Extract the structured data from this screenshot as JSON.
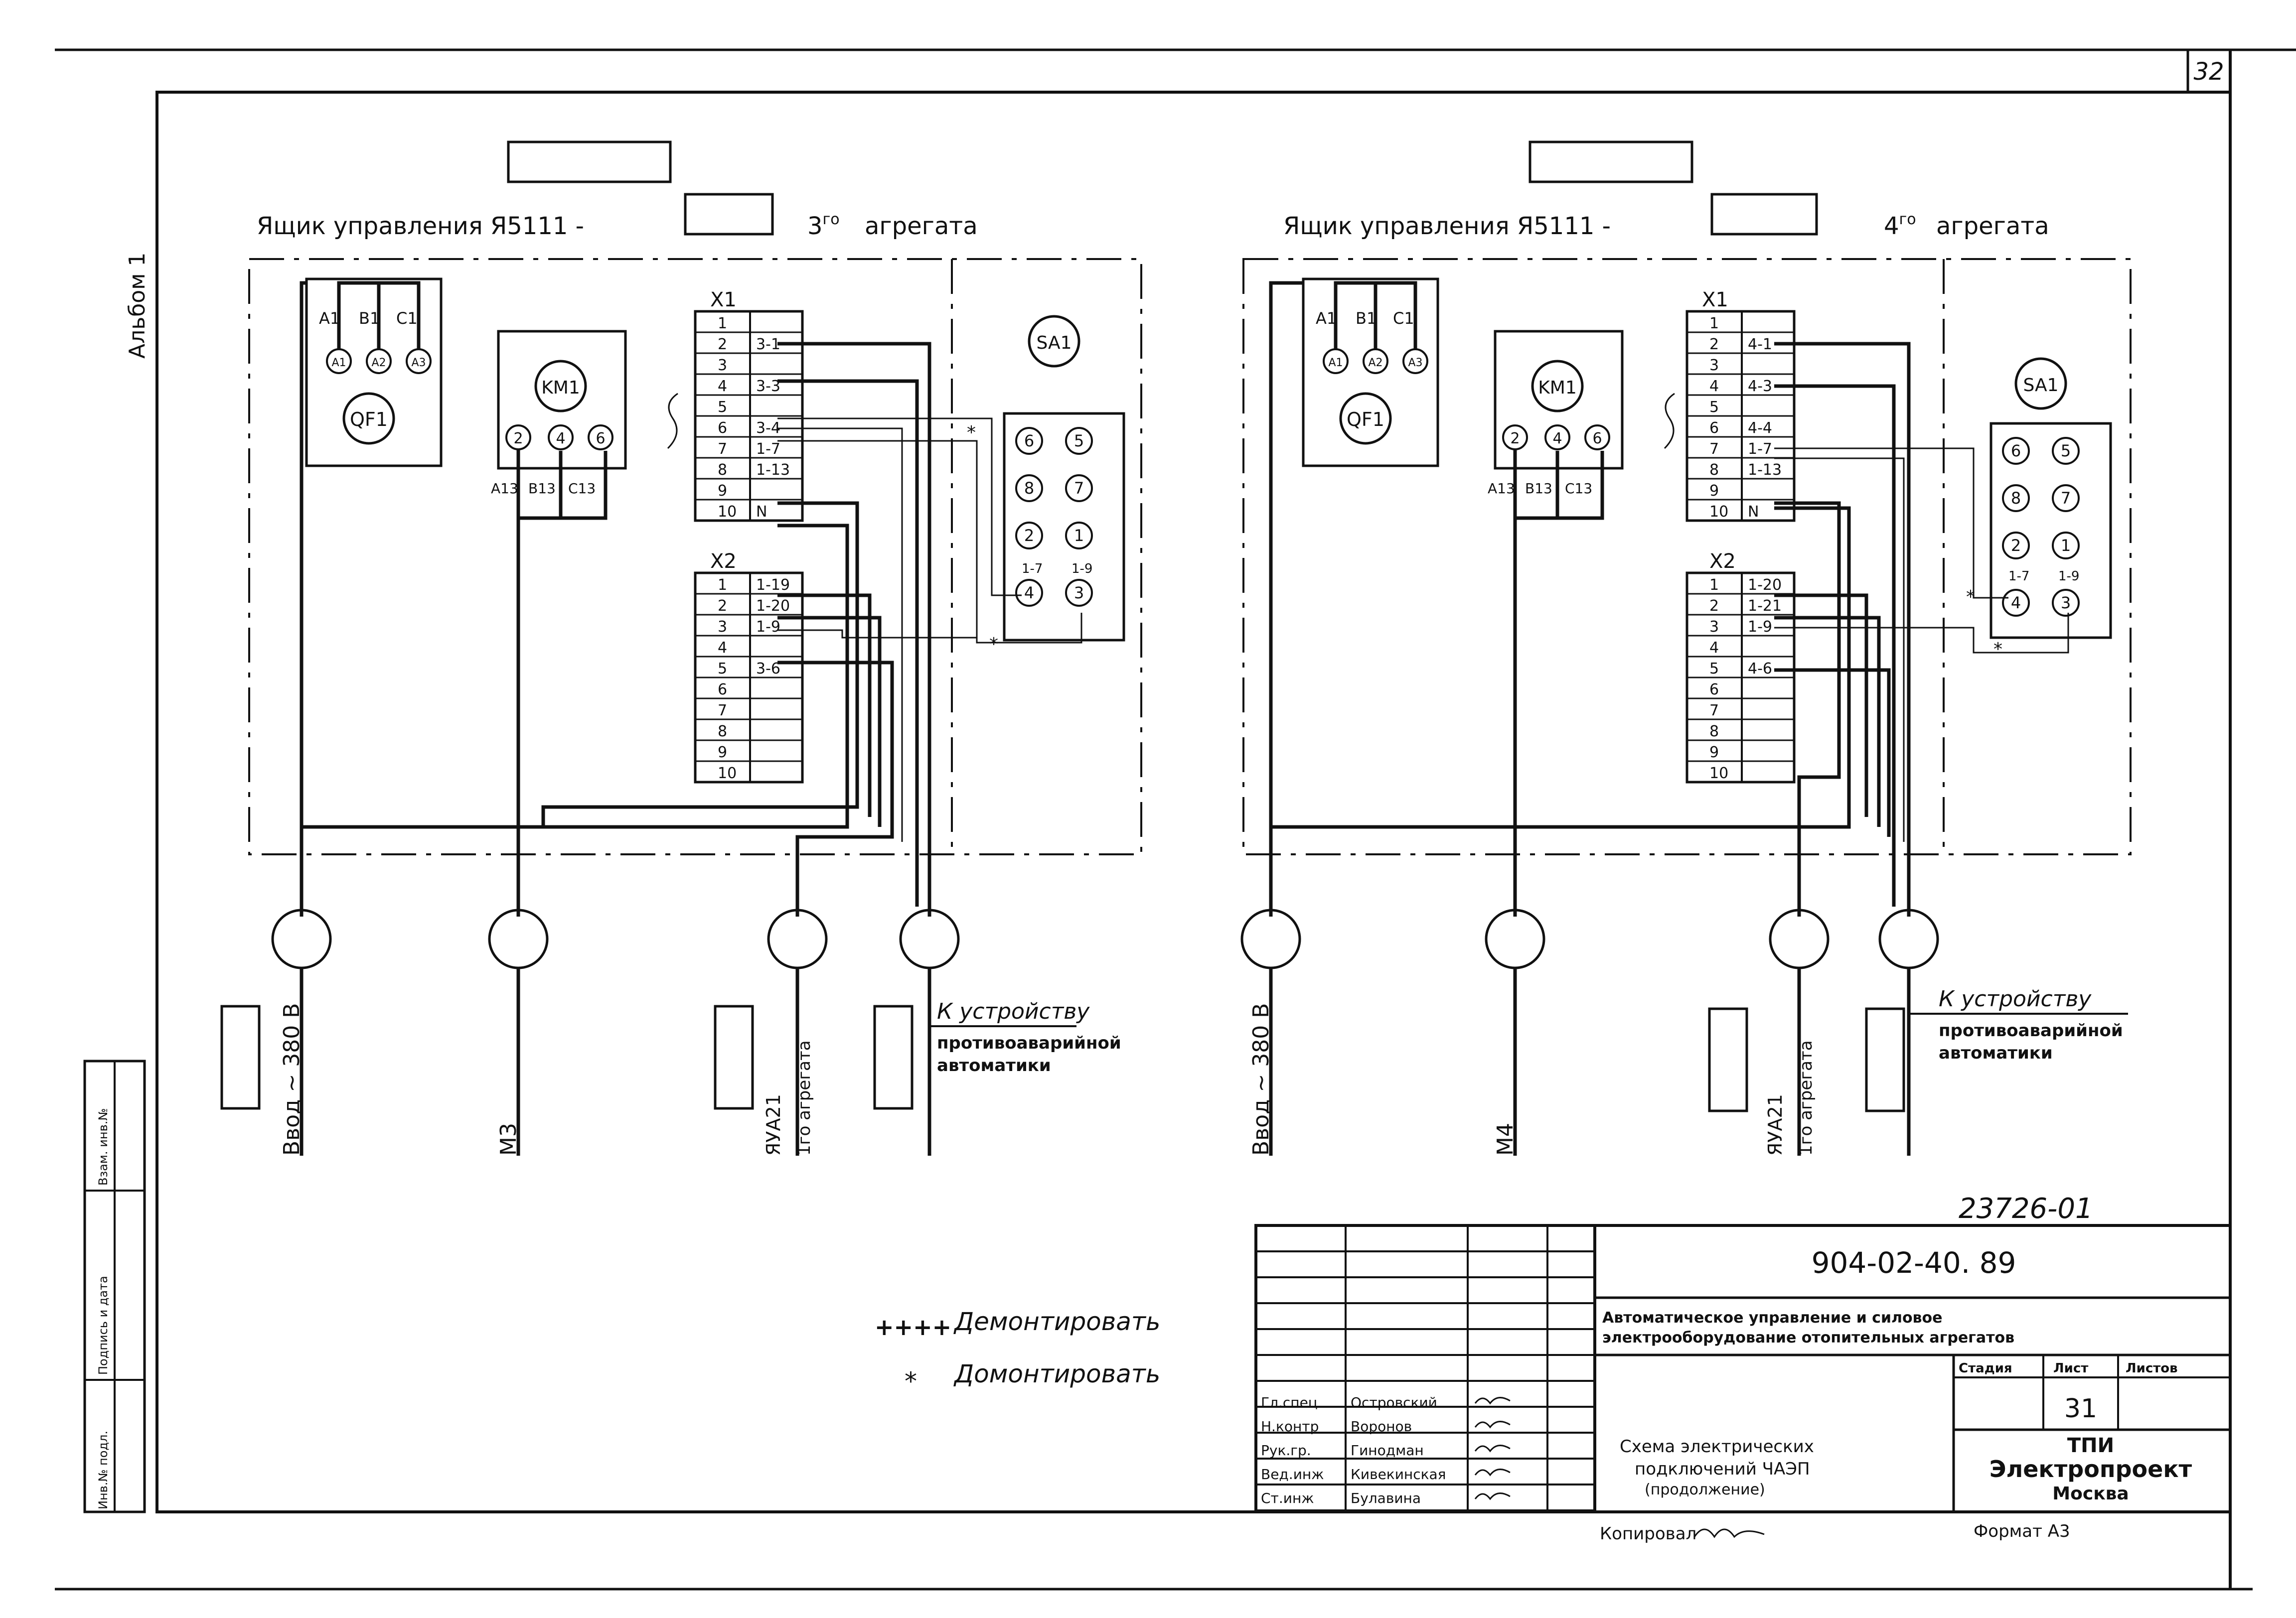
{
  "sheet": {
    "page_number": "32",
    "album_label": "Альбом 1",
    "side_stamp": [
      "Инв.№ подл.",
      "Подпись и дата",
      "Взам. инв.№"
    ]
  },
  "panels": [
    {
      "title_prefix": "Ящик управления Я5111 -",
      "title_suffix": "3",
      "title_sup": "го",
      "title_tail": "агрегата",
      "breaker": {
        "name": "QF1",
        "inputs": [
          "A1",
          "B1",
          "C1"
        ],
        "terminals": [
          "A1",
          "A2",
          "A3"
        ]
      },
      "contactor": {
        "name": "KM1",
        "terminals": [
          "2",
          "4",
          "6"
        ],
        "outputs": [
          "A13",
          "B13",
          "C13"
        ]
      },
      "x1": {
        "name": "X1",
        "rows": [
          {
            "n": "1",
            "v": ""
          },
          {
            "n": "2",
            "v": "3-1"
          },
          {
            "n": "3",
            "v": ""
          },
          {
            "n": "4",
            "v": "3-3"
          },
          {
            "n": "5",
            "v": ""
          },
          {
            "n": "6",
            "v": "3-4"
          },
          {
            "n": "7",
            "v": "1-7"
          },
          {
            "n": "8",
            "v": "1-13"
          },
          {
            "n": "9",
            "v": ""
          },
          {
            "n": "10",
            "v": "N"
          }
        ]
      },
      "x2": {
        "name": "X2",
        "rows": [
          {
            "n": "1",
            "v": "1-19"
          },
          {
            "n": "2",
            "v": "1-20"
          },
          {
            "n": "3",
            "v": "1-9"
          },
          {
            "n": "4",
            "v": ""
          },
          {
            "n": "5",
            "v": "3-6"
          },
          {
            "n": "6",
            "v": ""
          },
          {
            "n": "7",
            "v": ""
          },
          {
            "n": "8",
            "v": ""
          },
          {
            "n": "9",
            "v": ""
          },
          {
            "n": "10",
            "v": ""
          }
        ]
      },
      "switch": {
        "name": "SA1",
        "contacts": [
          "6",
          "5",
          "8",
          "7",
          "2",
          "1",
          "4",
          "3"
        ],
        "labels": [
          "1-7",
          "1-9"
        ]
      },
      "mark": "*",
      "cables": [
        "Ввод ~ 380 В",
        "М3",
        "ЯУА21",
        "1го агрегата"
      ],
      "device_line1": "К устройству",
      "device_line2": "противоаварийной",
      "device_line3": "автоматики"
    },
    {
      "title_prefix": "Ящик управления Я5111 -",
      "title_suffix": "4",
      "title_sup": "го",
      "title_tail": "агрегата",
      "breaker": {
        "name": "QF1",
        "inputs": [
          "A1",
          "B1",
          "C1"
        ],
        "terminals": [
          "A1",
          "A2",
          "A3"
        ]
      },
      "contactor": {
        "name": "KM1",
        "terminals": [
          "2",
          "4",
          "6"
        ],
        "outputs": [
          "A13",
          "B13",
          "C13"
        ]
      },
      "x1": {
        "name": "X1",
        "rows": [
          {
            "n": "1",
            "v": ""
          },
          {
            "n": "2",
            "v": "4-1"
          },
          {
            "n": "3",
            "v": ""
          },
          {
            "n": "4",
            "v": "4-3"
          },
          {
            "n": "5",
            "v": ""
          },
          {
            "n": "6",
            "v": "4-4"
          },
          {
            "n": "7",
            "v": "1-7"
          },
          {
            "n": "8",
            "v": "1-13"
          },
          {
            "n": "9",
            "v": ""
          },
          {
            "n": "10",
            "v": "N"
          }
        ]
      },
      "x2": {
        "name": "X2",
        "rows": [
          {
            "n": "1",
            "v": "1-20"
          },
          {
            "n": "2",
            "v": "1-21"
          },
          {
            "n": "3",
            "v": "1-9"
          },
          {
            "n": "4",
            "v": ""
          },
          {
            "n": "5",
            "v": "4-6"
          },
          {
            "n": "6",
            "v": ""
          },
          {
            "n": "7",
            "v": ""
          },
          {
            "n": "8",
            "v": ""
          },
          {
            "n": "9",
            "v": ""
          },
          {
            "n": "10",
            "v": ""
          }
        ]
      },
      "switch": {
        "name": "SA1",
        "contacts": [
          "6",
          "5",
          "8",
          "7",
          "2",
          "1",
          "4",
          "3"
        ],
        "labels": [
          "1-7",
          "1-9"
        ]
      },
      "mark": "*",
      "cables": [
        "Ввод ~ 380 В",
        "М4",
        "ЯУА21",
        "1го агрегата"
      ],
      "device_line1": "К устройству",
      "device_line2": "противоаварийной",
      "device_line3": "автоматики"
    }
  ],
  "legend": {
    "dismantle_symbol": "++++",
    "dismantle_label": "Демонтировать",
    "mount_symbol": "*",
    "mount_label": "Домонтировать"
  },
  "title_block": {
    "stamp_number": "23726-01",
    "document_code": "904-02-40. 89",
    "project_title_line1": "Автоматическое управление и силовое",
    "project_title_line2": "электрооборудование отопительных агрегатов",
    "drawing_title_line1": "Схема электрических",
    "drawing_title_line2": "подключений ЧАЭП",
    "drawing_title_line3": "(продолжение)",
    "col_stage": "Стадия",
    "col_sheet": "Лист",
    "col_sheets": "Листов",
    "sheet_value": "31",
    "org_line1": "ТПИ",
    "org_line2": "Электропроект",
    "org_line3": "Москва",
    "roles": [
      "Гл.спец",
      "Н.контр",
      "Рук.гр.",
      "Вед.инж",
      "Ст.инж"
    ],
    "names": [
      "Островский",
      "Воронов",
      "Гинодман",
      "Кивекинская",
      "Булавина"
    ],
    "copied_label": "Копировал",
    "format_label": "Формат А3"
  }
}
